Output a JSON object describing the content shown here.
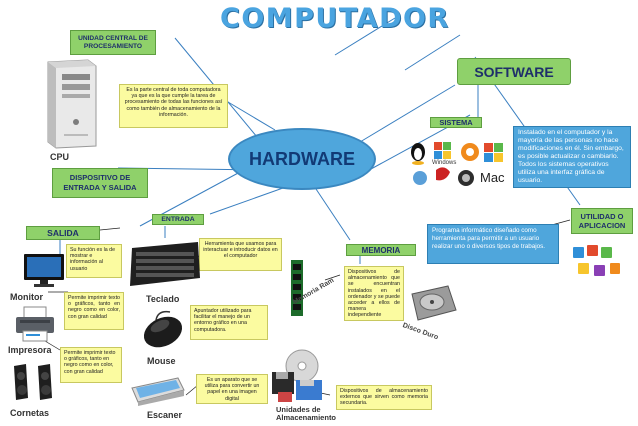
{
  "title": "COMPUTADOR",
  "hardware": "HARDWARE",
  "software": "SOFTWARE",
  "uc": "UNIDAD CENTRAL DE PROCESAMIENTO",
  "uc_desc": "Es la parte central de toda computadora ya que es la que cumple la tarea de procesamiento de todas las funciones así como también de almacenamiento de la información.",
  "cpu": "CPU",
  "dispositivo": "DISPOSITIVO DE ENTRADA  Y SALIDA",
  "sistema": "SISTEMA",
  "sistema_desc": "Instalado en el computador y la mayoría de las personas no hace modificaciones en él. Sin embargo, es posible actualizar o cambiarlo. Todos los sistemas operativos utiliza una interfaz gráfica de usuario.",
  "os_labels": {
    "windows": "Windows",
    "mac": "Mac"
  },
  "utilidad": "UTILIDAD O APLICACION",
  "utilidad_desc": "Programa informático diseñado como herramienta para permitir a un usuario realizar uno o diversos tipos de trabajos.",
  "salida": "SALIDA",
  "salida_desc": "Su función es la de mostrar e información al usuario",
  "entrada": "ENTRADA",
  "entrada_desc": "Herramienta que usamos para interactuar e introducir datos en el computador",
  "memoria": "MEMORIA",
  "memoria_desc": "Dispositivos de almacenamiento que se encuentran instalados en el ordenador y se puede acceder a ellos de manera independiente",
  "memoria_ram": "Memoria Ram",
  "disco_duro": "Disco Duro",
  "monitor": "Monitor",
  "monitor_desc": "Permite imprimir texto o gráficos, tanto en negro como en color, con gran calidad",
  "impresora": "Impresora",
  "impresora_desc": "Permite imprimir texto o gráficos, tanto en negro como en color, con gran calidad",
  "cornetas": "Cornetas",
  "teclado": "Teclado",
  "mouse": "Mouse",
  "mouse_desc": "Apuntador utilizado para facilitar el manejo de un entorno gráfico en una computadora.",
  "escaner": "Escaner",
  "escaner_desc": "Es un aparato que se utiliza para convertir un papel en una imagen digital",
  "unidades": "Unidades de Almacenamiento",
  "unidades_desc": "Dispositivos de almacenamiento externos que sirven como memoria secundaria.",
  "colors": {
    "title": "#4aa4e0",
    "hardware": "#4fa6dc",
    "green": "#8fd16a",
    "yellow": "#fbfba0",
    "blue_box": "#4fa6dc"
  }
}
